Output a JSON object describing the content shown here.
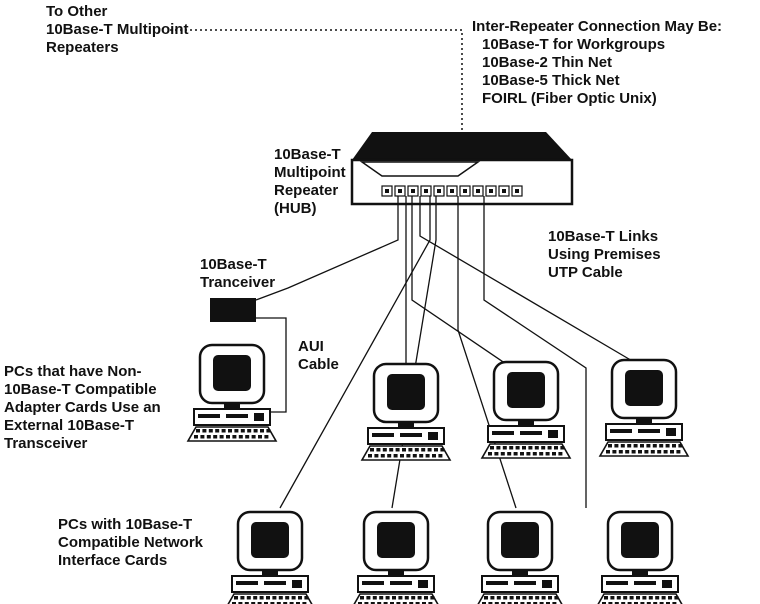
{
  "labels": {
    "to_other": [
      "To Other",
      "10Base-T Multipoint",
      "Repeaters"
    ],
    "inter_repeater": [
      "Inter-Repeater Connection May Be:",
      "10Base-T for Workgroups",
      "10Base-2 Thin Net",
      "10Base-5 Thick Net",
      "FOIRL (Fiber Optic Unix)"
    ],
    "hub": [
      "10Base-T",
      "Multipoint",
      "Repeater",
      "(HUB)"
    ],
    "links": [
      "10Base-T Links",
      "Using Premises",
      "UTP Cable"
    ],
    "transceiver": [
      "10Base-T",
      "Tranceiver"
    ],
    "aui": [
      "AUI",
      "Cable"
    ],
    "non_compatible": [
      "PCs that have Non-",
      "10Base-T Compatible",
      "Adapter Cards Use an",
      "External 10Base-T",
      "Transceiver"
    ],
    "compatible": [
      "PCs with 10Base-T",
      "Compatible Network",
      "Interface Cards"
    ]
  },
  "colors": {
    "ink": "#111111",
    "background": "#ffffff"
  }
}
